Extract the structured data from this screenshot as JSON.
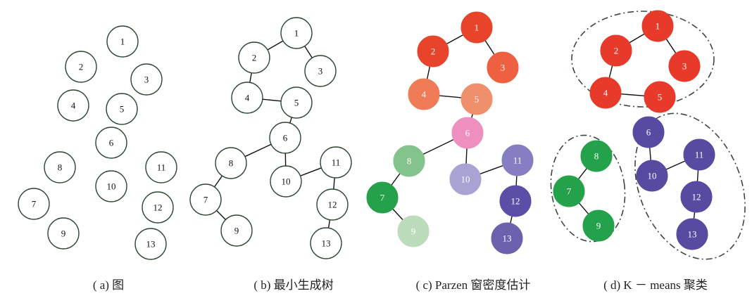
{
  "panels": [
    {
      "id": "a",
      "caption": "( a) 图",
      "nodes": [
        {
          "label": "1"
        },
        {
          "label": "2"
        },
        {
          "label": "3"
        },
        {
          "label": "4"
        },
        {
          "label": "5"
        },
        {
          "label": "6"
        },
        {
          "label": "8"
        },
        {
          "label": "10"
        },
        {
          "label": "11"
        },
        {
          "label": "7"
        },
        {
          "label": "12"
        },
        {
          "label": "9"
        },
        {
          "label": "13"
        }
      ],
      "edges": [],
      "clusters": []
    },
    {
      "id": "b",
      "caption": "( b) 最小生成树",
      "nodes": [
        {
          "label": "1"
        },
        {
          "label": "2"
        },
        {
          "label": "3"
        },
        {
          "label": "4"
        },
        {
          "label": "5"
        },
        {
          "label": "6"
        },
        {
          "label": "8"
        },
        {
          "label": "10"
        },
        {
          "label": "11"
        },
        {
          "label": "7"
        },
        {
          "label": "12"
        },
        {
          "label": "9"
        },
        {
          "label": "13"
        }
      ],
      "edges": [
        [
          "1",
          "2"
        ],
        [
          "1",
          "3"
        ],
        [
          "2",
          "4"
        ],
        [
          "4",
          "5"
        ],
        [
          "5",
          "6"
        ],
        [
          "6",
          "8"
        ],
        [
          "6",
          "10"
        ],
        [
          "10",
          "11"
        ],
        [
          "8",
          "7"
        ],
        [
          "7",
          "9"
        ],
        [
          "11",
          "12"
        ],
        [
          "12",
          "13"
        ]
      ],
      "clusters": []
    },
    {
      "id": "c",
      "caption": "( c) Parzen 窗密度估计",
      "nodes": [
        {
          "label": "1",
          "fill": "#e8442c"
        },
        {
          "label": "2",
          "fill": "#e8442c"
        },
        {
          "label": "3",
          "fill": "#ee6040"
        },
        {
          "label": "4",
          "fill": "#ef7c57"
        },
        {
          "label": "5",
          "fill": "#f08f6c"
        },
        {
          "label": "6",
          "fill": "#ee8fbf"
        },
        {
          "label": "8",
          "fill": "#85c38c"
        },
        {
          "label": "10",
          "fill": "#a9a3d3"
        },
        {
          "label": "11",
          "fill": "#857ec2"
        },
        {
          "label": "7",
          "fill": "#25a14a"
        },
        {
          "label": "12",
          "fill": "#5a4ea6"
        },
        {
          "label": "9",
          "fill": "#bcdcbb"
        },
        {
          "label": "13",
          "fill": "#6c61ad"
        }
      ],
      "edges": [
        [
          "1",
          "2"
        ],
        [
          "1",
          "3"
        ],
        [
          "2",
          "4"
        ],
        [
          "4",
          "5"
        ],
        [
          "5",
          "6"
        ],
        [
          "6",
          "8"
        ],
        [
          "6",
          "10"
        ],
        [
          "10",
          "11"
        ],
        [
          "8",
          "7"
        ],
        [
          "7",
          "9"
        ],
        [
          "11",
          "12"
        ],
        [
          "12",
          "13"
        ]
      ],
      "clusters": []
    },
    {
      "id": "d",
      "caption": "( d) K － means 聚类",
      "nodes": [
        {
          "label": "1",
          "fill": "#e83a2b"
        },
        {
          "label": "2",
          "fill": "#e83a2b"
        },
        {
          "label": "3",
          "fill": "#e83a2b"
        },
        {
          "label": "4",
          "fill": "#e83a2b"
        },
        {
          "label": "5",
          "fill": "#e83a2b"
        },
        {
          "label": "6",
          "fill": "#574ba1"
        },
        {
          "label": "8",
          "fill": "#24a14b"
        },
        {
          "label": "10",
          "fill": "#574ba1"
        },
        {
          "label": "11",
          "fill": "#574ba1"
        },
        {
          "label": "7",
          "fill": "#24a14b"
        },
        {
          "label": "12",
          "fill": "#574ba1"
        },
        {
          "label": "9",
          "fill": "#24a14b"
        },
        {
          "label": "13",
          "fill": "#574ba1"
        }
      ],
      "edges": [
        [
          "1",
          "2"
        ],
        [
          "1",
          "3"
        ],
        [
          "2",
          "4"
        ],
        [
          "4",
          "5"
        ],
        [
          "6",
          "10"
        ],
        [
          "10",
          "11"
        ],
        [
          "8",
          "7"
        ],
        [
          "7",
          "9"
        ],
        [
          "11",
          "12"
        ],
        [
          "12",
          "13"
        ]
      ],
      "clusters": [
        {
          "members": [
            "1",
            "2",
            "3",
            "4",
            "5"
          ]
        },
        {
          "members": [
            "8",
            "7",
            "9"
          ]
        },
        {
          "members": [
            "6",
            "10",
            "11",
            "12",
            "13"
          ]
        }
      ]
    }
  ],
  "colors": {
    "outline": "#2f4a33",
    "edge": "#111111",
    "cluster_outline": "#3a4a3a",
    "label_on_white": "#111111",
    "label_on_fill": "#ffffff"
  }
}
